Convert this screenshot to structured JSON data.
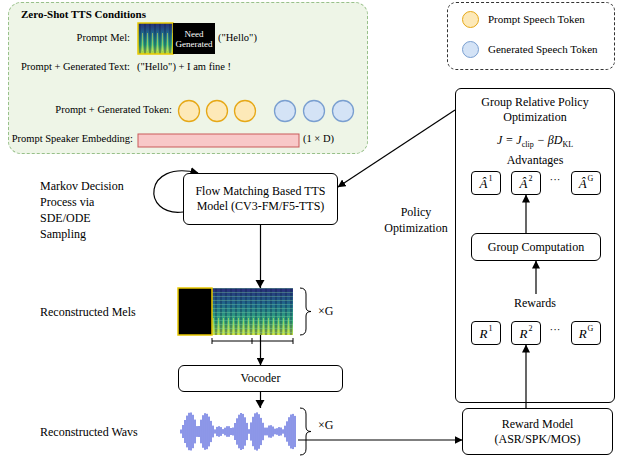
{
  "diagram": {
    "nodes": [
      {
        "text": [
          "Zero-Shot TTS Conditions"
        ]
      },
      {
        "text": [
          "Need Generated"
        ],
        "in": 0
      },
      {
        "text": [
          "Flow Matching Based TTS Model (CV3-FM/F5-TTS)"
        ]
      },
      {
        "text": [
          "Vocoder"
        ]
      },
      {
        "text": [
          "Group Relative Policy Optimization"
        ]
      },
      {
        "text": [
          "Â",
          "1"
        ],
        "in": 4
      },
      {
        "text": [
          "Â",
          "2"
        ],
        "in": 4
      },
      {
        "text": [
          "Â",
          "G"
        ],
        "in": 4
      },
      {
        "text": [
          "Group Computation"
        ],
        "in": 4
      },
      {
        "text": [
          "R",
          "1"
        ],
        "in": 4
      },
      {
        "text": [
          "R",
          "2"
        ],
        "in": 4
      },
      {
        "text": [
          "R",
          "G"
        ],
        "in": 4
      },
      {
        "text": [
          "Reward Model (ASR/SPK/MOS)"
        ]
      }
    ],
    "edges": [
      {
        "from": 2,
        "to": 2,
        "arrow": "to"
      },
      {
        "from": 4,
        "to": 2,
        "arrow": "to",
        "label": "Policy Optimization"
      },
      {
        "from": 2,
        "to": 3,
        "arrow": "to"
      },
      {
        "from": 3,
        "to": 12,
        "arrow": "to"
      },
      {
        "from": 12,
        "to": 10,
        "arrow": "to"
      },
      {
        "from": 10,
        "to": 8,
        "arrow": "to"
      },
      {
        "from": 8,
        "to": 6,
        "arrow": "to"
      }
    ],
    "labels": [
      "Prompt Mel:",
      "(\"Hello\")",
      "Prompt + Generated Text:",
      "(\"Hello\") + I am fine !",
      "Prompt + Generated Token:",
      "Prompt Speaker Embedding:",
      "(1 × D)",
      "Markov Decision Process via SDE/ODE Sampling",
      "J = J",
      "clip",
      "− βD",
      "KL",
      "Advantages",
      "···",
      "Rewards",
      "···",
      "Reconstructed Mels",
      "×G",
      "Reconstructed Wavs",
      "×G"
    ],
    "legend": [
      {
        "text": "Prompt Speech Token",
        "color": "#fde9b8"
      },
      {
        "text": "Generated Speech Token",
        "color": "#d4e3f6"
      }
    ]
  }
}
